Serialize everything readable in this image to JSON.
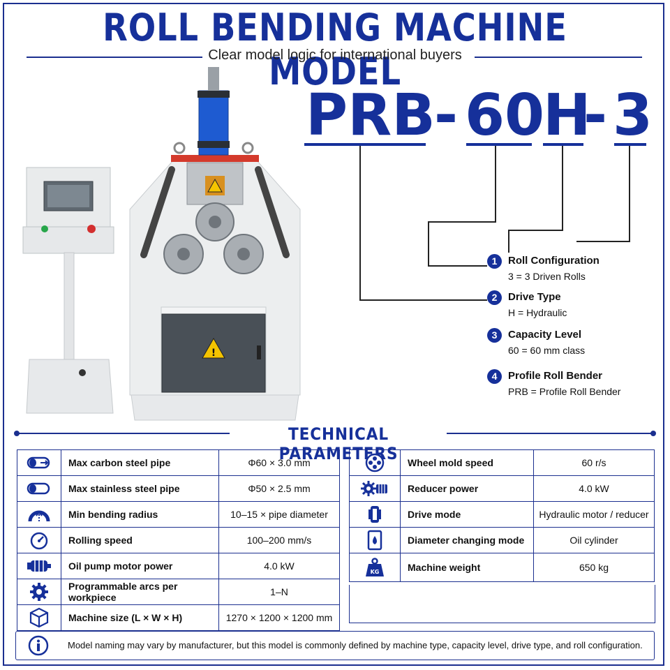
{
  "header": {
    "title": "ROLL BENDING MACHINE MODEL",
    "subtitle": "Clear model logic for international buyers"
  },
  "model_code": {
    "parts": [
      "PRB",
      "-",
      "60",
      "H",
      "-",
      "3"
    ]
  },
  "legend": [
    {
      "number": "1",
      "title": "Roll Configuration",
      "desc": "3 = 3 Driven Rolls"
    },
    {
      "number": "2",
      "title": "Drive Type",
      "desc": "H = Hydraulic"
    },
    {
      "number": "3",
      "title": "Capacity Level",
      "desc": "60 = 60 mm class"
    },
    {
      "number": "4",
      "title": "Profile Roll Bender",
      "desc": "PRB = Profile Roll Bender"
    }
  ],
  "machine_image": {
    "warning_label": "!"
  },
  "section": {
    "title": "TECHNICAL PARAMETERS"
  },
  "params_left": [
    {
      "icon": "pipe-icon",
      "label": "Max carbon steel pipe",
      "value": "Φ60 × 3.0 mm"
    },
    {
      "icon": "pipe-outline-icon",
      "label": "Max stainless steel pipe",
      "value": "Φ50 × 2.5 mm"
    },
    {
      "icon": "bending-radius-icon",
      "label": "Min bending radius",
      "value": "10–15 × pipe diameter"
    },
    {
      "icon": "speedometer-icon",
      "label": "Rolling speed",
      "value": "100–200 mm/s"
    },
    {
      "icon": "motor-icon",
      "label": "Oil pump motor power",
      "value": "4.0 kW"
    },
    {
      "icon": "gear-icon",
      "label": "Programmable arcs per workpiece",
      "value": "1–N"
    },
    {
      "icon": "box-icon",
      "label": "Machine size  (L × W × H)",
      "value": "1270 × 1200 × 1200 mm"
    }
  ],
  "params_right": [
    {
      "icon": "wheel-icon",
      "label": "Wheel mold speed",
      "value": "60 r/s"
    },
    {
      "icon": "reducer-icon",
      "label": "Reducer power",
      "value": "4.0 kW"
    },
    {
      "icon": "drive-icon",
      "label": "Drive mode",
      "value": "Hydraulic motor / reducer"
    },
    {
      "icon": "oil-cylinder-icon",
      "label": "Diameter changing mode",
      "value": "Oil cylinder"
    },
    {
      "icon": "weight-icon",
      "label": "Machine weight",
      "value": "650 kg",
      "icon_text": "KG"
    }
  ],
  "note": {
    "text": "Model naming may vary by manufacturer, but this model is commonly defined by machine type, capacity level, drive type, and roll configuration."
  },
  "colors": {
    "brand_blue": "#16309a",
    "frame_blue": "#1b2f8f"
  }
}
